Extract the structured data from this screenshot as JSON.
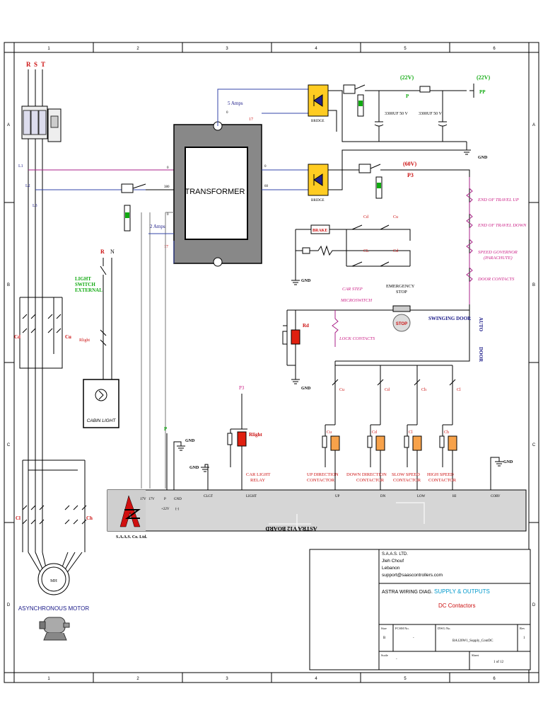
{
  "frame": {
    "cols": [
      "1",
      "2",
      "3",
      "4",
      "5",
      "6"
    ],
    "rows": [
      "A",
      "B",
      "C",
      "D"
    ]
  },
  "supply": {
    "phases": [
      "R",
      "S",
      "T"
    ],
    "lines": [
      "L1",
      "L2",
      "L3"
    ]
  },
  "transformer": {
    "title": "TRANSFORMER",
    "in_amps": "2 Amps",
    "out_amps": "5 Amps",
    "pin_0a": "0",
    "pin_380": "380",
    "pin_0b": "0",
    "pin_17a": "17",
    "pin_0c": "0",
    "pin_17b": "17",
    "pin_0d": "0",
    "pin_60": "60"
  },
  "supply_top": {
    "bridge_label": "BRIDGE",
    "v22": "(22V)",
    "p_label": "P",
    "v22b": "(22V)",
    "pp_label": "PP",
    "cap1": "3300UF 50 V",
    "cap2": "3300UF 50 V",
    "gnd": "GND"
  },
  "supply_mid": {
    "bridge_label": "BRIDGE",
    "v60": "(60V)",
    "p3": "P3",
    "gnd": "GND"
  },
  "safety": {
    "items": [
      "END OF TRAVEL UP",
      "END OF TRAVEL DOWN",
      "SPEED GOVERNOR",
      "(PARACHUTE)",
      "DOOR CONTACTS"
    ],
    "brake": "BRAKE",
    "cd": "Cd",
    "cu": "Cu",
    "cl": "CL",
    "cd2": "Cd",
    "gnd": "GND"
  },
  "door": {
    "car_step": "CAR STEP",
    "microswitch": "MICROSWITCH",
    "emergency": "EMERGENCY",
    "stop": "STOP",
    "stop_btn": "STOP",
    "swinging": "SWINGING DOOR",
    "auto": "AUTO",
    "door_v": "DOOR",
    "lock": "LOCK CONTACTS",
    "rd": "Rd",
    "gnd": "GND"
  },
  "contactors": {
    "coils": [
      "Cd",
      "Cu",
      "Cl",
      "Ch"
    ],
    "interlock": [
      "Cu",
      "Cd",
      "Ch",
      "Cl"
    ],
    "labels": [
      {
        "l1": "UP DIRECTION",
        "l2": "CONTACTOR"
      },
      {
        "l1": "DOWN DIRECTION",
        "l2": "CONTACTOR"
      },
      {
        "l1": "SLOW SPEED",
        "l2": "CONTACTOR"
      },
      {
        "l1": "HIGH SPEED",
        "l2": "CONTACTOR"
      }
    ],
    "gnd": "GND"
  },
  "light": {
    "r": "R",
    "n": "N",
    "switch1": "LIGHT",
    "switch2": "SWITCH",
    "switch3": "EXTERNAL",
    "rlight": "Rlight",
    "cabin": "CABIN LIGHT",
    "p3": "P3",
    "rlight2": "Rlight",
    "relay1": "CAR LIGHT",
    "relay2": "RELAY",
    "p_green": "P",
    "gnd1": "GND",
    "gnd2": "GND"
  },
  "board": {
    "title": "ASTRA V12 BOARD",
    "company": "S.A.A.S. Co. Ltd.",
    "pins": [
      {
        "top": "17V",
        "bot": ""
      },
      {
        "top": "17V",
        "bot": ""
      },
      {
        "top": "P",
        "bot": "+22V"
      },
      {
        "top": "GND",
        "bot": "(-)"
      },
      {
        "top": "CLGT",
        "bot": ""
      },
      {
        "top": "LIGHT",
        "bot": ""
      },
      {
        "top": "UP",
        "bot": ""
      },
      {
        "top": "DN",
        "bot": ""
      },
      {
        "top": "LOW",
        "bot": ""
      },
      {
        "top": "HI",
        "bot": ""
      },
      {
        "top": "CORV",
        "bot": ""
      }
    ]
  },
  "motor": {
    "contactors": [
      "Cd",
      "Cu",
      "Cl",
      "Ch"
    ],
    "motor": "MH",
    "title": "ASYNCHRONOUS MOTOR"
  },
  "title_block": {
    "co1": "S.A.A.S. LTD.",
    "co2": "Jleh Chouf",
    "co3": "Lebanon",
    "co4": "support@saascontrollers.com",
    "diag_label": "ASTRA WIRING DIAG.",
    "diag_title": "SUPPLY & OUTPUTS",
    "diag_sub": "DC Contactors",
    "size_h": "Size",
    "size_v": "B",
    "fcsm_h": "FCSM No.",
    "fcsm_v": "-",
    "dwg_h": "DWG No.",
    "dwg_v": "BA120W1_Supply_ContDC",
    "rev_h": "Rev",
    "rev_v": "1",
    "scale_h": "Scale",
    "scale_v": "-",
    "sheet_h": "Sheet",
    "sheet_v": "1 of 12"
  }
}
